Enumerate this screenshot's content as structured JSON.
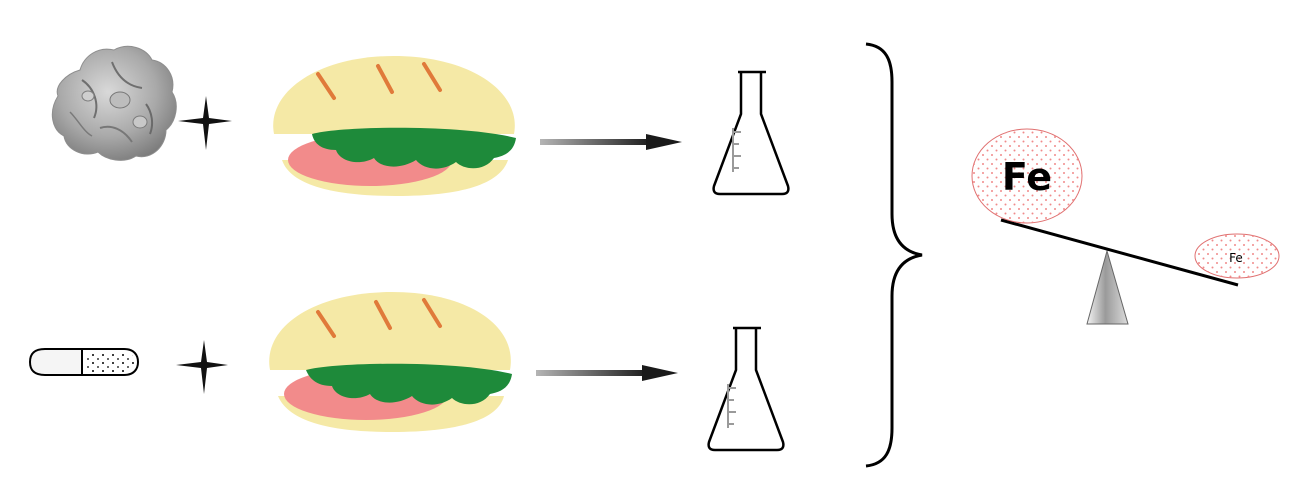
{
  "diagram": {
    "rows": [
      {
        "supplement": "rock-powder",
        "food": "sandwich",
        "result": "flask"
      },
      {
        "supplement": "capsule",
        "food": "sandwich",
        "result": "flask"
      }
    ],
    "comparison": {
      "heavy_label": "Fe",
      "light_label": "Fe"
    }
  }
}
